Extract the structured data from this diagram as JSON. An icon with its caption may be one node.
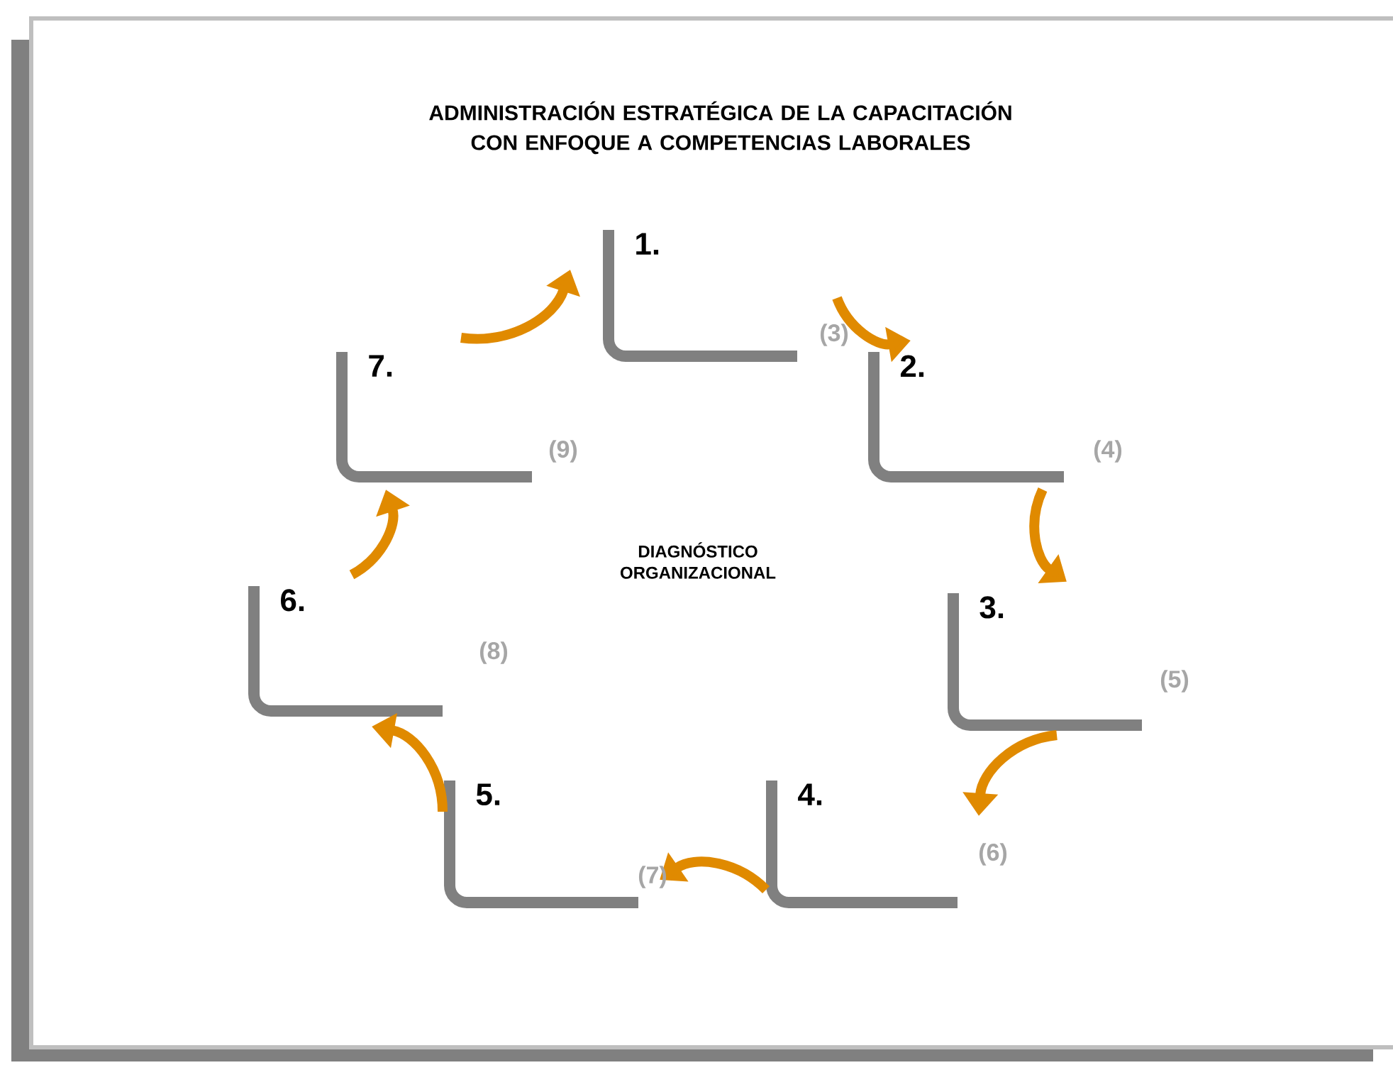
{
  "diagram": {
    "title": "ADMINISTRACIÓN ESTRATÉGICA DE LA CAPACITACIÓN CON ENFOQUE A COMPETENCIAS LABORALES",
    "nodes": [
      {
        "text": [
          "1."
        ]
      },
      {
        "text": [
          "2."
        ]
      },
      {
        "text": [
          "3."
        ]
      },
      {
        "text": [
          "4."
        ]
      },
      {
        "text": [
          "5."
        ]
      },
      {
        "text": [
          "6."
        ]
      },
      {
        "text": [
          "7."
        ]
      }
    ],
    "edges": [
      {
        "from": 0,
        "to": 1,
        "arrow": "to"
      },
      {
        "from": 1,
        "to": 2,
        "arrow": "to"
      },
      {
        "from": 2,
        "to": 3,
        "arrow": "to"
      },
      {
        "from": 3,
        "to": 4,
        "arrow": "to"
      },
      {
        "from": 4,
        "to": 5,
        "arrow": "to"
      },
      {
        "from": 5,
        "to": 6,
        "arrow": "to"
      },
      {
        "from": 6,
        "to": 0,
        "arrow": "to"
      }
    ],
    "labels": [
      "(3)",
      "(9)",
      "(4)",
      "DIAGNÓSTICO ORGANIZACIONAL",
      "(8)",
      "(5)",
      "(6)",
      "(7)"
    ]
  }
}
